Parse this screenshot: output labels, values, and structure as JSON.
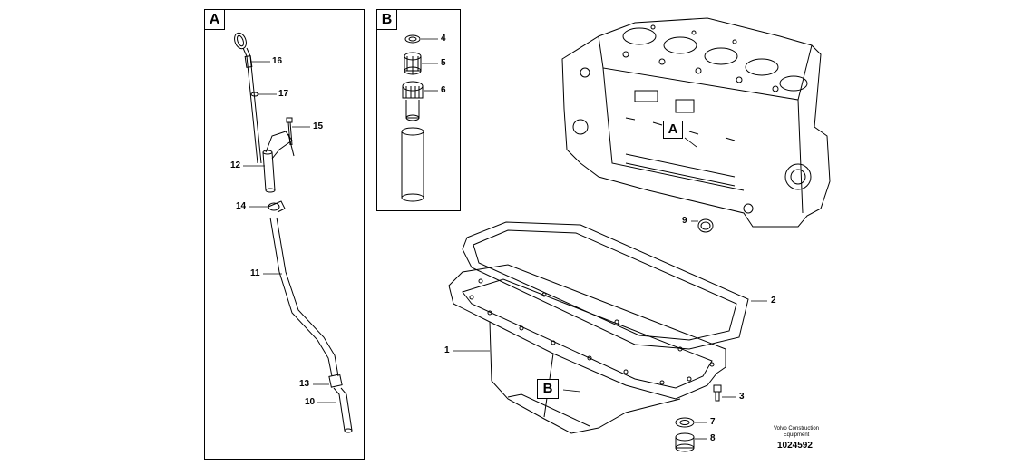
{
  "detail_a": {
    "letter": "A"
  },
  "detail_b": {
    "letter": "B"
  },
  "callouts": {
    "p1": "1",
    "p2": "2",
    "p3": "3",
    "p4": "4",
    "p5": "5",
    "p6": "6",
    "p7": "7",
    "p8": "8",
    "p9": "9",
    "p10": "10",
    "p11": "11",
    "p12": "12",
    "p13": "13",
    "p14": "14",
    "p15": "15",
    "p16": "16",
    "p17": "17"
  },
  "reference_tags": {
    "block_a": "A",
    "pan_b": "B"
  },
  "footer": {
    "credit": "Volvo Construction Equipment",
    "document_number": "1024592"
  }
}
